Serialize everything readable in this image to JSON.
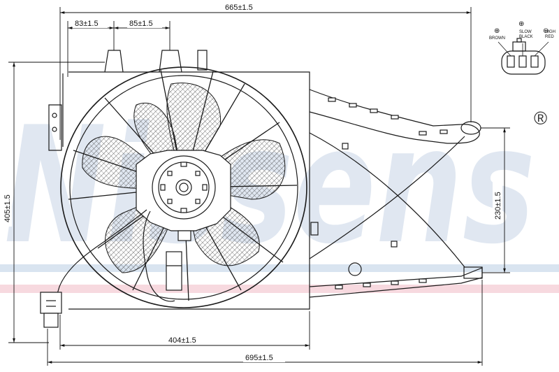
{
  "watermark": {
    "brand": "Nissens",
    "registered_mark": "®"
  },
  "dimensions": {
    "overall_top_width": "665±1.5",
    "bracket_left_offset": "83±1.5",
    "bracket_spacing": "85±1.5",
    "overall_height": "405±1.5",
    "mount_height": "230±1.5",
    "shroud_width": "404±1.5",
    "overall_bottom_width": "695±1.5"
  },
  "connector": {
    "pins": [
      {
        "symbol": "⊕",
        "label": "BROWN"
      },
      {
        "symbol": "⊕",
        "label": "SLOW\nBLACK"
      },
      {
        "symbol": "⊖",
        "label": "HIGH\nRED"
      }
    ]
  },
  "colors": {
    "line": "#1a1a1a",
    "watermark_blue": "#c7d5e6",
    "watermark_pink": "#f3c9d2",
    "hatch": "#333333"
  }
}
